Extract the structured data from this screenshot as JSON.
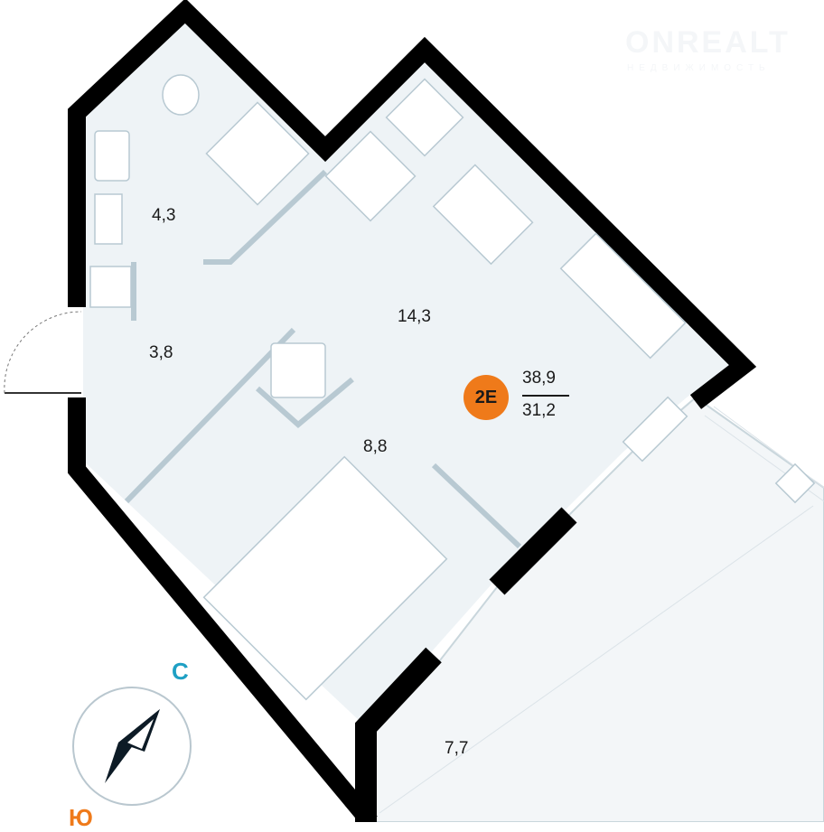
{
  "logo": {
    "name": "ONREALT",
    "subtitle": "НЕДВИЖИМОСТЬ"
  },
  "rooms": [
    {
      "id": "bathroom",
      "area": "4,3"
    },
    {
      "id": "hall",
      "area": "3,8"
    },
    {
      "id": "kitchen_living",
      "area": "14,3"
    },
    {
      "id": "bedroom",
      "area": "8,8"
    },
    {
      "id": "balcony",
      "area": "7,7"
    }
  ],
  "apartment": {
    "type": "2E",
    "total_area": "38,9",
    "living_area": "31,2"
  },
  "compass": {
    "north": "С",
    "south": "Ю"
  },
  "colors": {
    "accent": "#ef7a1a",
    "north": "#1fa0c4",
    "wall": "#000000",
    "floor": "#eef3f6"
  }
}
